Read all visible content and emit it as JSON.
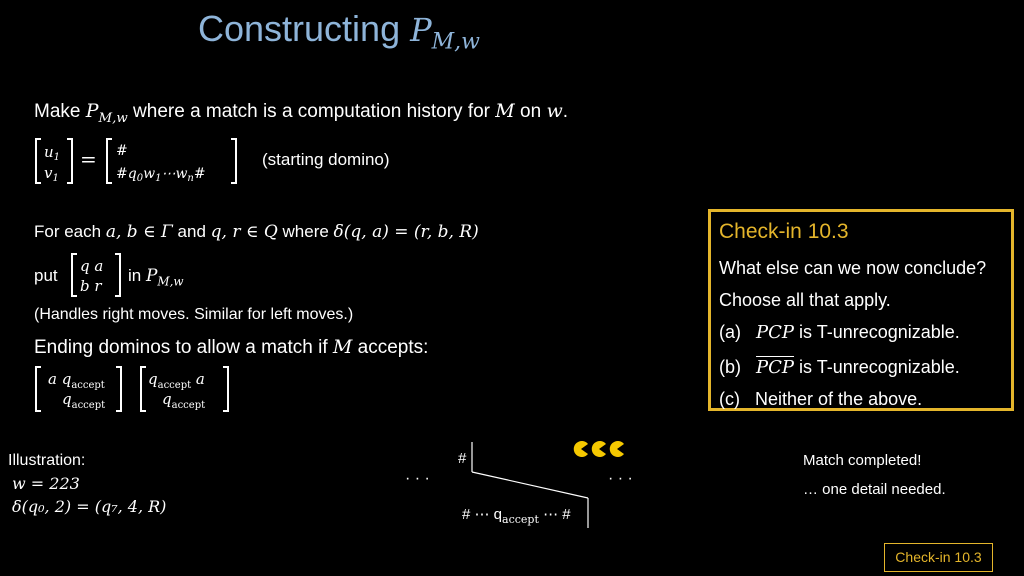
{
  "title": {
    "text": "Constructing ",
    "math": "P",
    "sub": "M,w"
  },
  "intro": {
    "t1": "Make ",
    "t2": " where a match is a computation history for ",
    "t3": " on ",
    "t4": "."
  },
  "start": {
    "u": "u",
    "v": "v",
    "top": "#",
    "bottom": "#q₀w₁⋯wₙ#",
    "note": "(starting domino)"
  },
  "foreach": {
    "t1": "For each ",
    "m1": "a, b ∈ Γ",
    "t2": " and ",
    "m2": "q, r ∈ Q",
    "t3": "  where  ",
    "m3": "δ(q, a) = (r, b, R)"
  },
  "put": {
    "t1": "put ",
    "top": "q  a",
    "bottom": "b  r",
    "t2": " in "
  },
  "handles": "(Handles right moves.  Similar for left moves.)",
  "ending": {
    "text": "Ending dominos to allow a match if ",
    "t2": " accepts:",
    "accept": "accept"
  },
  "illustration": {
    "label": "Illustration:",
    "w": "w = 223",
    "delta": "δ(q₀, 2) = (q₇, 4, R)"
  },
  "figure": {
    "hash": "#",
    "dots": "· · ·",
    "bottom_left": "# ⋯ q",
    "bottom_right": "⋯  #",
    "accept": "accept"
  },
  "match": {
    "line1": "Match completed!",
    "line2": "… one detail needed."
  },
  "checkin": {
    "header": "Check-in 10.3",
    "q1": "What else can we now conclude?",
    "q2": "Choose all that apply.",
    "a_label": "(a)",
    "a_math": "PCP",
    "a_text": " is T-unrecognizable.",
    "b_label": "(b)",
    "b_math": "PCP",
    "b_text": " is T-unrecognizable.",
    "c_label": "(c)",
    "c_text": "Neither of the above."
  },
  "footer": "Check-in 10.3",
  "colors": {
    "title": "#8eb4d9",
    "accent": "#e4b52b",
    "background": "#000000"
  }
}
